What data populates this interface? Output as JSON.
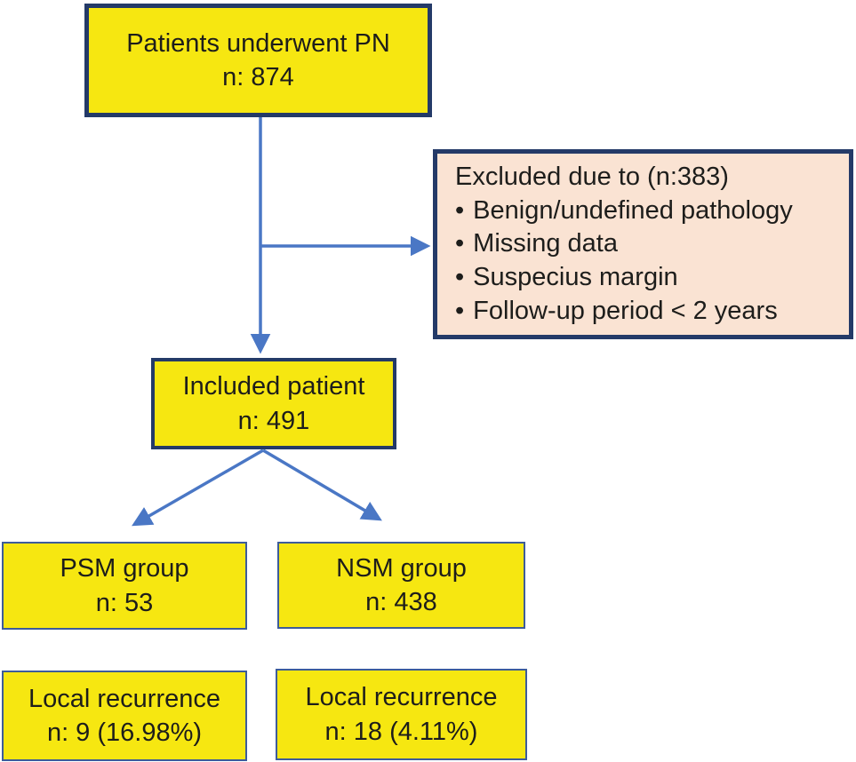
{
  "diagram": {
    "type": "flowchart",
    "description": "Patient selection flow for partial nephrectomy (PN) study",
    "colors": {
      "node_fill_yellow": "#f6e711",
      "node_fill_peach": "#fae3d3",
      "border_dark_navy": "#243a68",
      "border_thin_blue": "#3d5c9a",
      "arrow_blue": "#4a77c5",
      "text": "#1d1d1b",
      "background": "#ffffff"
    },
    "bullet_glyph": "•",
    "nodes": {
      "top": {
        "line1": "Patients underwent PN",
        "line2": "n: 874"
      },
      "excluded": {
        "title": "Excluded due to (n:383)",
        "bullets": [
          "Benign/undefined pathology",
          "Missing data",
          "Suspecius margin",
          "Follow-up period < 2 years"
        ]
      },
      "included": {
        "line1": "Included patient",
        "line2": "n: 491"
      },
      "psm": {
        "line1": "PSM group",
        "line2": "n: 53"
      },
      "nsm": {
        "line1": "NSM group",
        "line2": "n: 438"
      },
      "local_psm": {
        "line1": "Local recurrence",
        "line2": "n: 9 (16.98%)"
      },
      "local_nsm": {
        "line1": "Local recurrence",
        "line2": "n: 18 (4.11%)"
      }
    },
    "edges": [
      "top -> included (vertical arrow)",
      "top/included trunk -> excluded (horizontal branch arrow)",
      "included -> psm (diagonal arrow)",
      "included -> nsm (diagonal arrow)"
    ]
  }
}
